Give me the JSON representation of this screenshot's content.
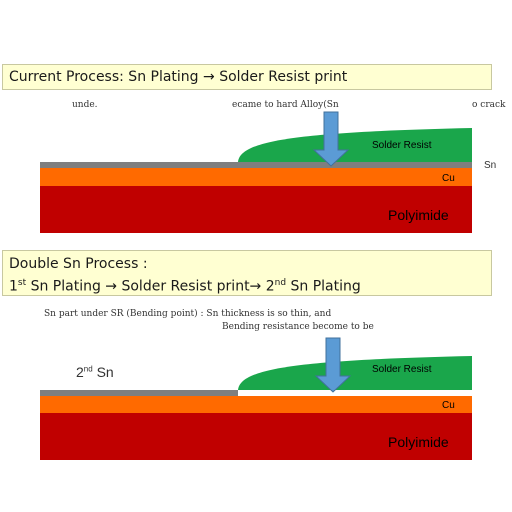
{
  "current": {
    "title": "Current Process: Sn Plating  →  Solder Resist print",
    "note_left": "unde.",
    "note_mid": "ecame to hard Alloy(Sn",
    "note_right": "o crack",
    "solder_resist": "Solder Resist",
    "cu": "Cu",
    "polyimide": "Polyimide",
    "sn": "Sn"
  },
  "double": {
    "title": "Double Sn Process :",
    "step1_num": "1",
    "step1_sup": "st",
    "step1_rest": " Sn Plating  →  Solder Resist print→  2",
    "step2_sup": "nd",
    "step2_rest": " Sn Plating",
    "note_line1": "Sn part under SR (Bending point) : Sn thickness is so thin, and",
    "note_line2": "Bending resistance become to be",
    "second_sn_num": "2",
    "second_sn_sup": "nd",
    "second_sn_rest": " Sn",
    "solder_resist": "Solder Resist",
    "cu": "Cu",
    "polyimide": "Polyimide"
  },
  "colors": {
    "banner_bg": "#ffffd2",
    "solder_resist": "#1aa64b",
    "copper": "#ff6a00",
    "polyimide": "#c00000",
    "sn_gray": "#7f7f7f",
    "arrow": "#5b9bd5"
  }
}
